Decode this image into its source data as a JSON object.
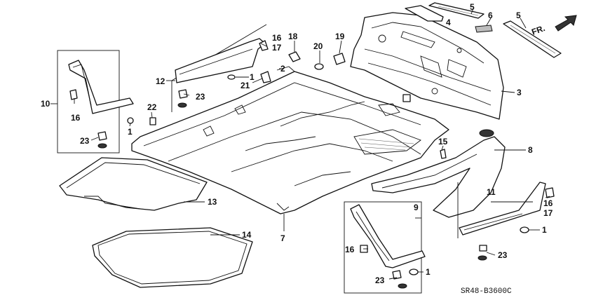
{
  "diagram": {
    "code": "SR48-B3600C",
    "direction_label": "FR.",
    "callouts": {
      "c1a": "1",
      "c1b": "1",
      "c1c": "1",
      "c1d": "1",
      "c2": "2",
      "c3": "3",
      "c4": "4",
      "c5a": "5",
      "c5b": "5",
      "c6": "6",
      "c7": "7",
      "c8": "8",
      "c9": "9",
      "c10": "10",
      "c11": "11",
      "c12": "12",
      "c13": "13",
      "c14": "14",
      "c15": "15",
      "c16a": "16",
      "c16b": "16",
      "c16c": "16",
      "c16d": "16",
      "c17a": "17",
      "c17b": "17",
      "c18": "18",
      "c19": "19",
      "c20": "20",
      "c21": "21",
      "c22": "22",
      "c23a": "23",
      "c23b": "23",
      "c23c": "23",
      "c23d": "23"
    }
  }
}
